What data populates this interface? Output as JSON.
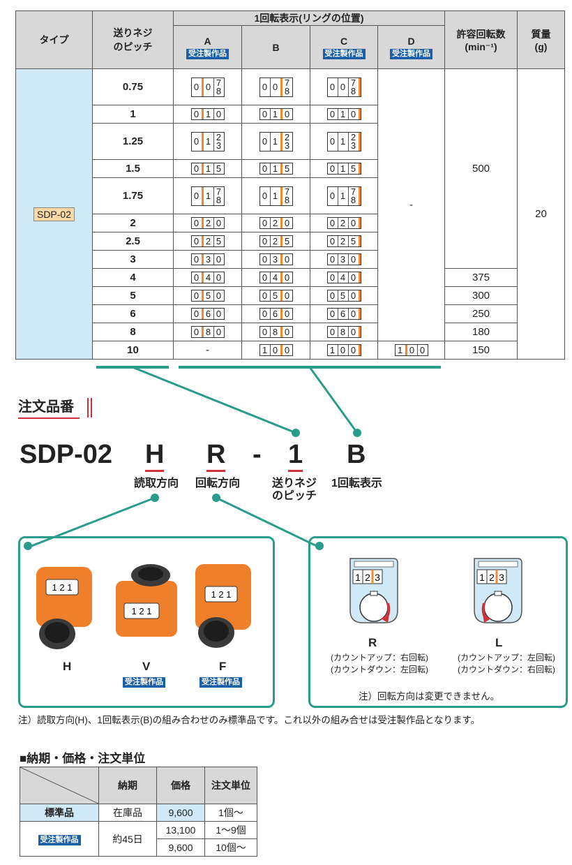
{
  "spec_table": {
    "header": {
      "type": "タイプ",
      "pitch": "送りネジ\nのピッチ",
      "display_group": "1回転表示(リングの位置)",
      "col_a": "A",
      "col_b": "B",
      "col_c": "C",
      "col_d": "D",
      "made_to_order": "受注製作品",
      "speed": "許容回転数\n(min⁻¹)",
      "mass": "質量\n(g)"
    },
    "type_value": "SDP-02",
    "mass_value": "20",
    "d_dash": "-",
    "speeds": [
      "500",
      "375",
      "300",
      "250",
      "180",
      "150"
    ],
    "rows": [
      {
        "pitch": "0.75",
        "a": [
          "0",
          "0",
          "7/8"
        ],
        "b": [
          "0",
          "0",
          "7/8"
        ],
        "c": [
          "0",
          "0",
          "7/8"
        ]
      },
      {
        "pitch": "1",
        "a": [
          "0",
          "1",
          "0"
        ],
        "b": [
          "0",
          "1",
          "0"
        ],
        "c": [
          "0",
          "1",
          "0"
        ]
      },
      {
        "pitch": "1.25",
        "a": [
          "0",
          "1",
          "2/3"
        ],
        "b": [
          "0",
          "1",
          "2/3"
        ],
        "c": [
          "0",
          "1",
          "2/3"
        ]
      },
      {
        "pitch": "1.5",
        "a": [
          "0",
          "1",
          "5"
        ],
        "b": [
          "0",
          "1",
          "5"
        ],
        "c": [
          "0",
          "1",
          "5"
        ]
      },
      {
        "pitch": "1.75",
        "a": [
          "0",
          "1",
          "7/8"
        ],
        "b": [
          "0",
          "1",
          "7/8"
        ],
        "c": [
          "0",
          "1",
          "7/8"
        ]
      },
      {
        "pitch": "2",
        "a": [
          "0",
          "2",
          "0"
        ],
        "b": [
          "0",
          "2",
          "0"
        ],
        "c": [
          "0",
          "2",
          "0"
        ]
      },
      {
        "pitch": "2.5",
        "a": [
          "0",
          "2",
          "5"
        ],
        "b": [
          "0",
          "2",
          "5"
        ],
        "c": [
          "0",
          "2",
          "5"
        ]
      },
      {
        "pitch": "3",
        "a": [
          "0",
          "3",
          "0"
        ],
        "b": [
          "0",
          "3",
          "0"
        ],
        "c": [
          "0",
          "3",
          "0"
        ]
      },
      {
        "pitch": "4",
        "a": [
          "0",
          "4",
          "0"
        ],
        "b": [
          "0",
          "4",
          "0"
        ],
        "c": [
          "0",
          "4",
          "0"
        ]
      },
      {
        "pitch": "5",
        "a": [
          "0",
          "5",
          "0"
        ],
        "b": [
          "0",
          "5",
          "0"
        ],
        "c": [
          "0",
          "5",
          "0"
        ]
      },
      {
        "pitch": "6",
        "a": [
          "0",
          "6",
          "0"
        ],
        "b": [
          "0",
          "6",
          "0"
        ],
        "c": [
          "0",
          "6",
          "0"
        ]
      },
      {
        "pitch": "8",
        "a": [
          "0",
          "8",
          "0"
        ],
        "b": [
          "0",
          "8",
          "0"
        ],
        "c": [
          "0",
          "8",
          "0"
        ]
      },
      {
        "pitch": "10",
        "a_dash": "-",
        "b": [
          "1",
          "0",
          "0"
        ],
        "c": [
          "1",
          "0",
          "0"
        ],
        "d": [
          "1",
          "0",
          "0"
        ]
      }
    ]
  },
  "order": {
    "title": "注文品番",
    "model": "SDP-02",
    "code_h": "H",
    "code_r": "R",
    "dash": "-",
    "code_1": "1",
    "code_b": "B",
    "label_h": "読取方向",
    "label_r": "回転方向",
    "label_pitch": "送りネジ\nのピッチ",
    "label_b": "1回転表示"
  },
  "orientation": {
    "variants": [
      {
        "code": "H",
        "badge": ""
      },
      {
        "code": "V",
        "badge": "受注製作品"
      },
      {
        "code": "F",
        "badge": "受注製作品"
      }
    ],
    "device_digits": [
      "1",
      "2",
      "1"
    ]
  },
  "rotation": {
    "display": [
      "1",
      "2",
      "3"
    ],
    "r": {
      "code": "R",
      "line1": "カウントアップ：右回転",
      "line2": "カウントダウン：左回転"
    },
    "l": {
      "code": "L",
      "line1": "カウントアップ：左回転",
      "line2": "カウントダウン：右回転"
    },
    "note": "注）回転方向は変更できません。"
  },
  "footnote": "注）読取方向(H)、1回転表示(B)の組み合わせのみ標準品です。これ以外の組み合せは受注製作品となります。",
  "price": {
    "title": "■納期・価格・注文単位",
    "headers": [
      "",
      "納期",
      "価格",
      "注文単位"
    ],
    "standard": {
      "label": "標準品",
      "lead": "在庫品",
      "price": "9,600",
      "unit": "1個～"
    },
    "mto": {
      "label": "受注製作品",
      "lead": "約45日",
      "tiers": [
        {
          "price": "13,100",
          "unit": "1～9個"
        },
        {
          "price": "9,600",
          "unit": "10個～"
        }
      ]
    }
  },
  "colors": {
    "accent_teal": "#2a9d8a",
    "badge_blue": "#1b5fa8",
    "light_blue": "#cfe9f6",
    "orange": "#f08a30",
    "red_underline": "#d0313a"
  }
}
